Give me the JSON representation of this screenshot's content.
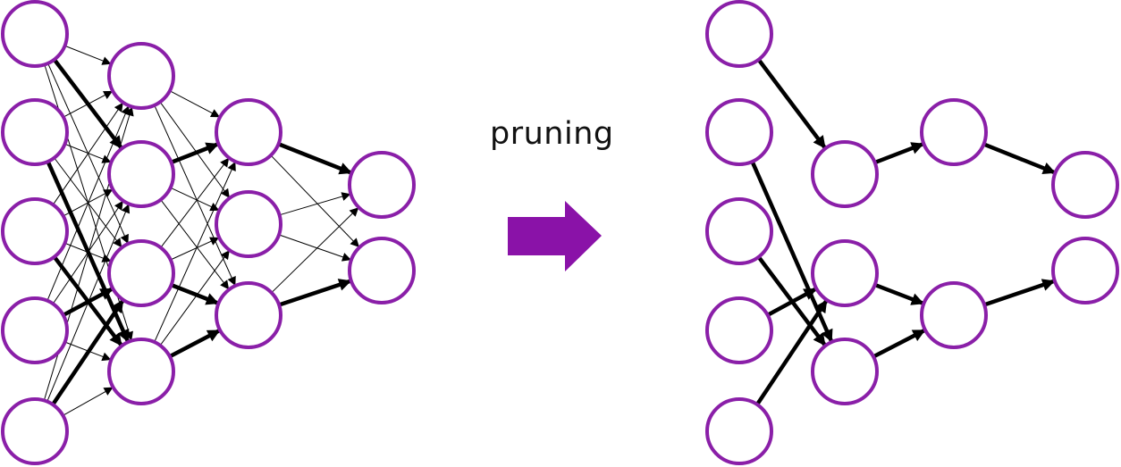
{
  "caption": "pruning",
  "colors": {
    "node_stroke": "#8a1fa8",
    "arrow_fill": "#8a12a8",
    "edge": "#000000"
  },
  "before_network": {
    "layers": [
      5,
      4,
      3,
      2
    ],
    "strong_edges": [
      [
        0,
        0,
        1,
        1
      ],
      [
        0,
        1,
        1,
        3
      ],
      [
        0,
        3,
        1,
        2
      ],
      [
        0,
        2,
        1,
        3
      ],
      [
        0,
        4,
        1,
        2
      ],
      [
        1,
        1,
        2,
        0
      ],
      [
        1,
        2,
        2,
        2
      ],
      [
        1,
        3,
        2,
        2
      ],
      [
        2,
        0,
        3,
        0
      ],
      [
        2,
        2,
        3,
        1
      ]
    ]
  },
  "after_network": {
    "layers": [
      5,
      3,
      2,
      2
    ],
    "edges": [
      [
        0,
        0,
        1,
        0
      ],
      [
        0,
        1,
        1,
        2
      ],
      [
        0,
        2,
        1,
        2
      ],
      [
        0,
        3,
        1,
        1
      ],
      [
        0,
        4,
        1,
        1
      ],
      [
        1,
        0,
        2,
        0
      ],
      [
        1,
        1,
        2,
        1
      ],
      [
        1,
        2,
        2,
        1
      ],
      [
        2,
        0,
        3,
        0
      ],
      [
        2,
        1,
        3,
        1
      ]
    ]
  }
}
